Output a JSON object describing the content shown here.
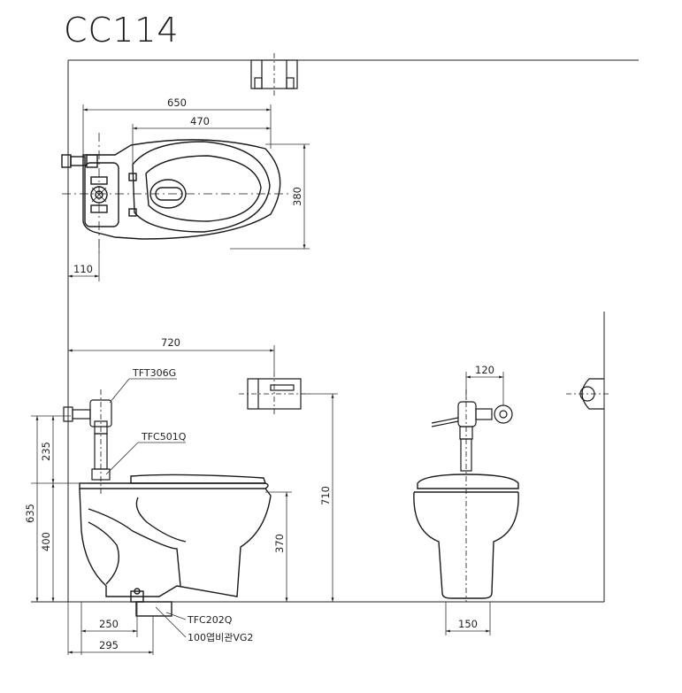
{
  "title": "CC114",
  "dimensions": {
    "top_width": "650",
    "top_bowl": "470",
    "top_depth": "380",
    "top_offset": "110",
    "side_total": "720",
    "h_fixture": "235",
    "h_total": "635",
    "h_rim": "400",
    "h_bowl": "370",
    "h_paper": "710",
    "d_250": "250",
    "d_295": "295",
    "front_top": "120",
    "front_base": "150"
  },
  "labels": {
    "tft": "TFT306G",
    "tfc501": "TFC501Q",
    "tfc202": "TFC202Q",
    "pipe": "100엽비관VG2"
  },
  "colors": {
    "line": "#1a1a1a",
    "thin": "#444444"
  }
}
